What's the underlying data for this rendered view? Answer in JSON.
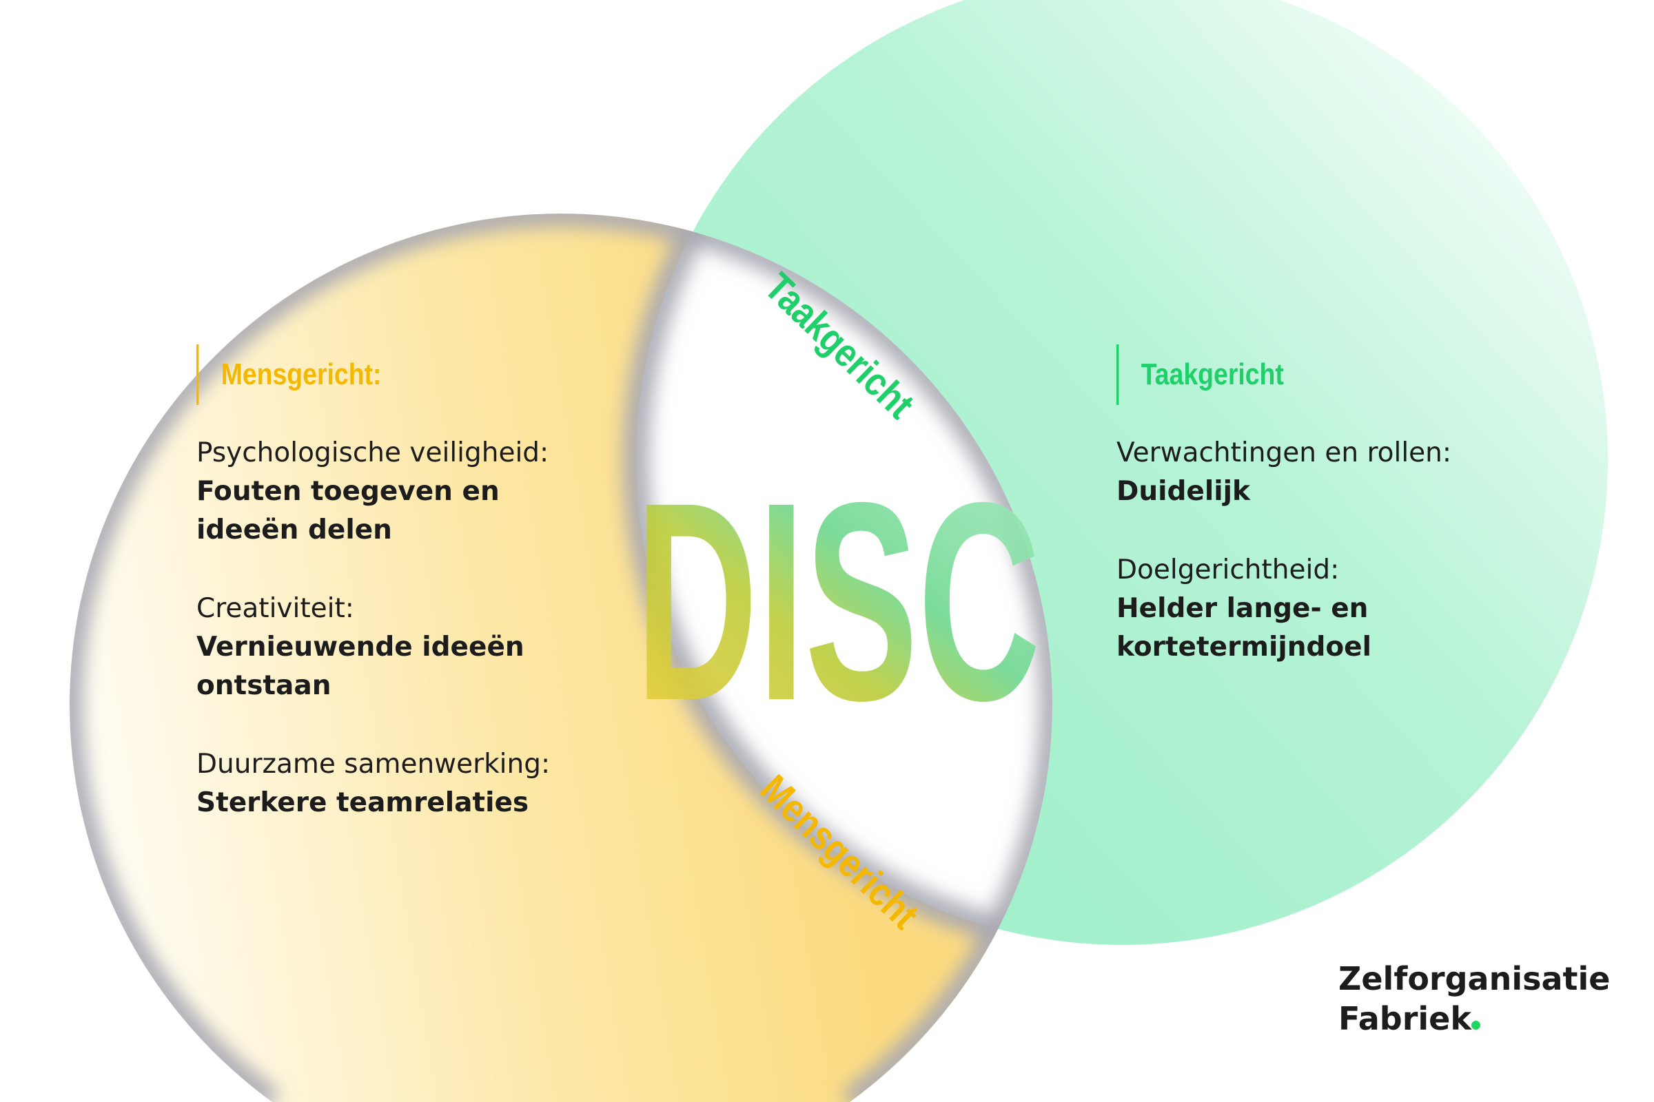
{
  "diagram": {
    "center_word": "DISC",
    "arc_top": "Taakgericht",
    "arc_bottom": "Mensgericht"
  },
  "left": {
    "heading": "Mensgericht:",
    "items": [
      {
        "label": "Psychologische veiligheid:",
        "value": "Fouten toegeven en ideeën delen"
      },
      {
        "label": "Creativiteit:",
        "value": "Vernieuwende ideeën ontstaan"
      },
      {
        "label": "Duurzame samenwerking:",
        "value": "Sterkere teamrelaties"
      }
    ]
  },
  "right": {
    "heading": "Taakgericht",
    "items": [
      {
        "label": "Verwachtingen en rollen:",
        "value": "Duidelijk"
      },
      {
        "label": "Doelgerichtheid:",
        "value": "Helder lange- en kortetermijndoel"
      }
    ]
  },
  "logo": {
    "line1": "Zelforganisatie",
    "line2": "Fabriek"
  },
  "colors": {
    "yellow": "#f5b800",
    "green": "#1ecf6a",
    "text": "#1c1c1c"
  }
}
